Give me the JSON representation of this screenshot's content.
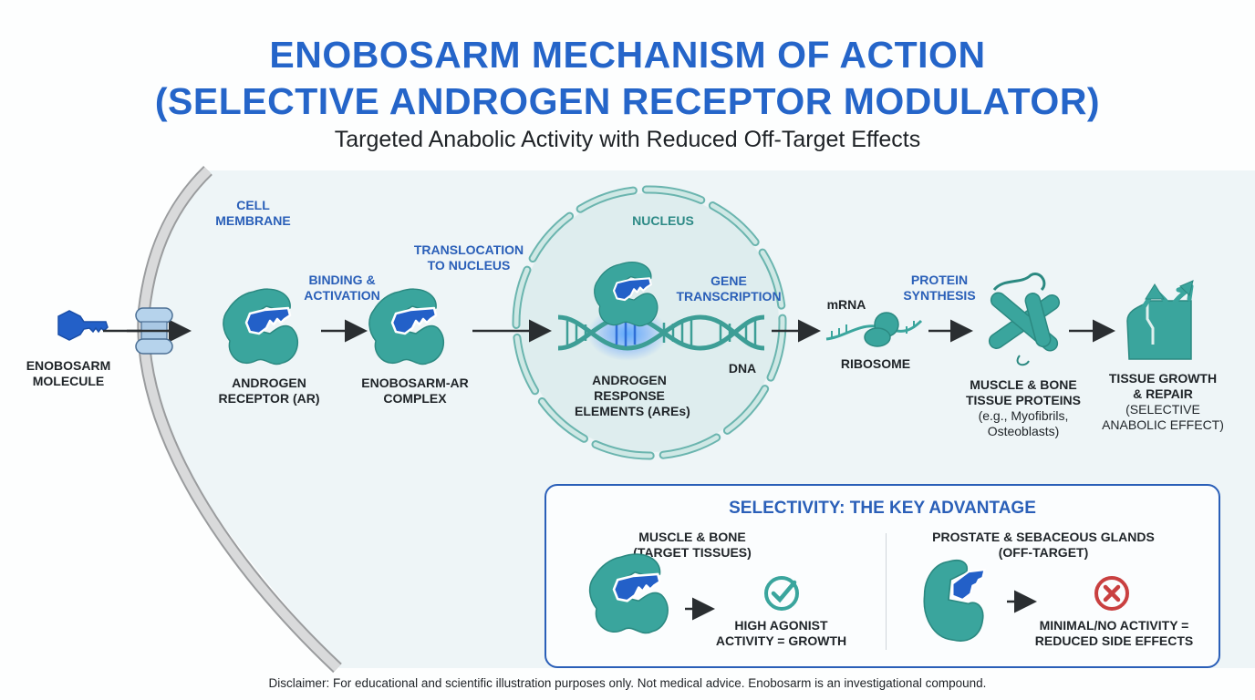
{
  "header": {
    "title_line1": "ENOBOSARM MECHANISM OF ACTION",
    "title_line2": "(SELECTIVE ANDROGEN RECEPTOR MODULATOR)",
    "subtitle": "Targeted Anabolic Activity with Reduced Off-Target Effects"
  },
  "colors": {
    "title_blue": "#2565c9",
    "label_blue": "#2a5fb8",
    "protein_teal": "#3aa59d",
    "ligand_blue": "#2360c8",
    "check_teal": "#3aa59d",
    "cross_red": "#c94040",
    "membrane_gray": "#cfd2d4",
    "cell_bg": "#eef5f7"
  },
  "pathway": {
    "cell_membrane": "CELL\nMEMBRANE",
    "molecule": {
      "line1": "ENOBOSARM",
      "line2": "MOLECULE",
      "icon": "key-icon"
    },
    "channel_icon": "membrane-channel-icon",
    "receptor": {
      "line1": "ANDROGEN",
      "line2": "RECEPTOR (AR)",
      "icon": "receptor-icon"
    },
    "binding": {
      "line1": "BINDING &",
      "line2": "ACTIVATION"
    },
    "complex": {
      "line1": "ENOBOSARM-AR",
      "line2": "COMPLEX",
      "icon": "complex-icon"
    },
    "translocation": {
      "line1": "TRANSLOCATION",
      "line2": "TO NUCLEUS"
    },
    "nucleus": {
      "label": "NUCLEUS",
      "gene_transcription": {
        "line1": "GENE",
        "line2": "TRANSCRIPTION"
      },
      "dna": "DNA",
      "ares": {
        "line1": "ANDROGEN",
        "line2": "RESPONSE",
        "line3": "ELEMENTS (AREs)"
      }
    },
    "mrna": "mRNA",
    "ribosome": "RIBOSOME",
    "protein_synthesis": {
      "line1": "PROTEIN",
      "line2": "SYNTHESIS"
    },
    "proteins": {
      "line1": "MUSCLE & BONE",
      "line2": "TISSUE PROTEINS",
      "line3": "(e.g., Myofibrils,",
      "line4": "Osteoblasts)"
    },
    "outcome": {
      "line1": "TISSUE GROWTH",
      "line2": "& REPAIR",
      "line3": "(SELECTIVE",
      "line4": "ANABOLIC EFFECT)"
    }
  },
  "selectivity": {
    "title": "SELECTIVITY: THE KEY ADVANTAGE",
    "left": {
      "heading1": "MUSCLE & BONE",
      "heading2": "(TARGET TISSUES)",
      "result1": "HIGH AGONIST",
      "result2": "ACTIVITY = GROWTH",
      "icon": "check-circle-icon"
    },
    "right": {
      "heading1": "PROSTATE & SEBACEOUS GLANDS",
      "heading2": "(OFF-TARGET)",
      "result1": "MINIMAL/NO ACTIVITY =",
      "result2": "REDUCED SIDE EFFECTS",
      "icon": "x-circle-icon"
    }
  },
  "disclaimer": "Disclaimer: For educational and scientific illustration purposes only. Not medical advice. Enobosarm is an investigational compound."
}
